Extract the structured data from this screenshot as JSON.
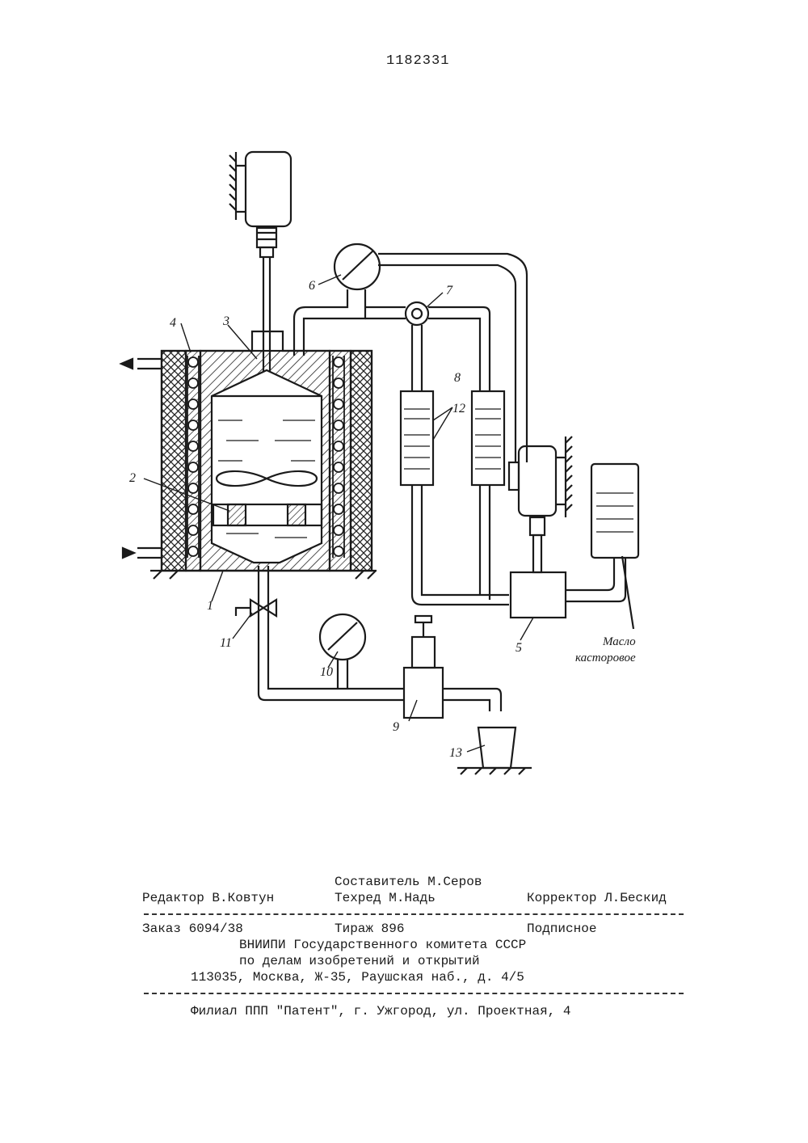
{
  "header": {
    "page_number": "1182331"
  },
  "figure": {
    "labels": {
      "l1": "1",
      "l2": "2",
      "l3": "3",
      "l4": "4",
      "l5": "5",
      "l6": "6",
      "l7": "7",
      "l8": "8",
      "l9": "9",
      "l10": "10",
      "l11": "11",
      "l12": "12",
      "l13": "13"
    },
    "oil_label_line1": "Масло",
    "oil_label_line2": "касторовое"
  },
  "footer": {
    "compiler": "Составитель М.Серов",
    "editor": "Редактор В.Ковтун",
    "tech_editor": "Техред М.Надь",
    "corrector": "Корректор Л.Бескид",
    "order": "Заказ 6094/38",
    "circulation": "Тираж 896",
    "subscription": "Подписное",
    "org_line1": "ВНИИПИ Государственного комитета СССР",
    "org_line2": "по делам изобретений и открытий",
    "org_address": "113035, Москва, Ж-35, Раушская наб., д. 4/5",
    "branch": "Филиал ППП \"Патент\", г. Ужгород, ул. Проектная, 4"
  }
}
